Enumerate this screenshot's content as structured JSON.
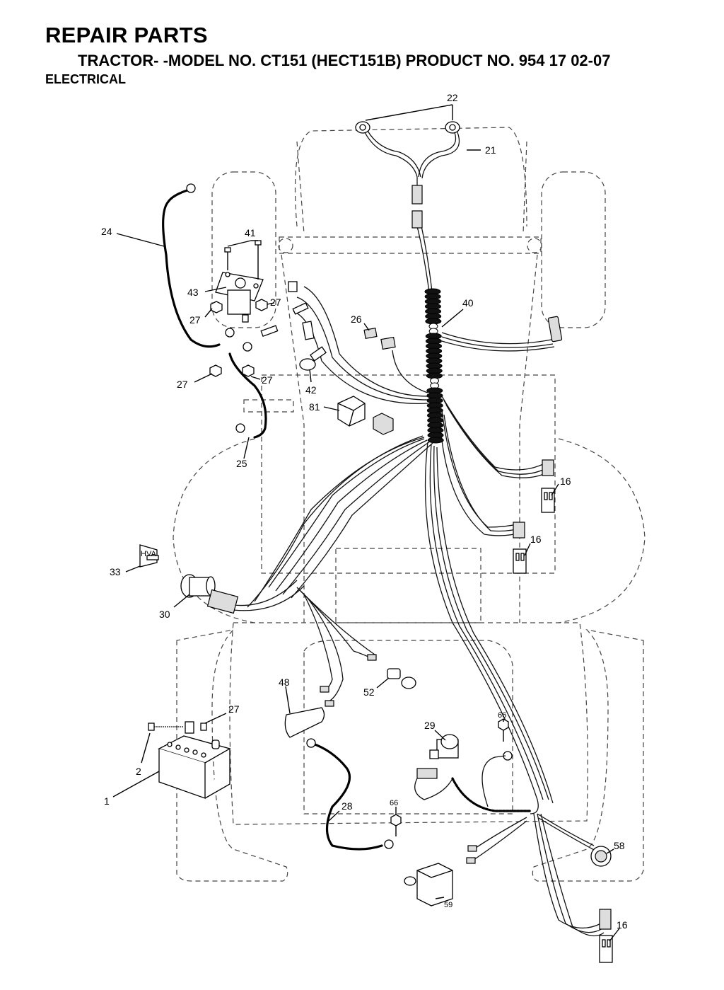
{
  "header": {
    "title": "REPAIR PARTS",
    "subtitle": "TRACTOR- -MODEL NO. CT151 (HECT151B) PRODUCT NO. 954 17 02-07",
    "section": "ELECTRICAL"
  },
  "callouts": {
    "c22": "22",
    "c21": "21",
    "c24": "24",
    "c41": "41",
    "c43": "43",
    "c27a": "27",
    "c27b": "27",
    "c27c": "27",
    "c27d": "27",
    "c27e": "27",
    "c40": "40",
    "c26": "26",
    "c42": "42",
    "c81": "81",
    "c25": "25",
    "c16a": "16",
    "c16b": "16",
    "c16c": "16",
    "c33": "33",
    "c30": "30",
    "c48": "48",
    "c52": "52",
    "c2": "2",
    "c1": "1",
    "c29": "29",
    "c66a": "66",
    "c66b": "66",
    "c28": "28",
    "c58": "58",
    "c59": "59"
  }
}
